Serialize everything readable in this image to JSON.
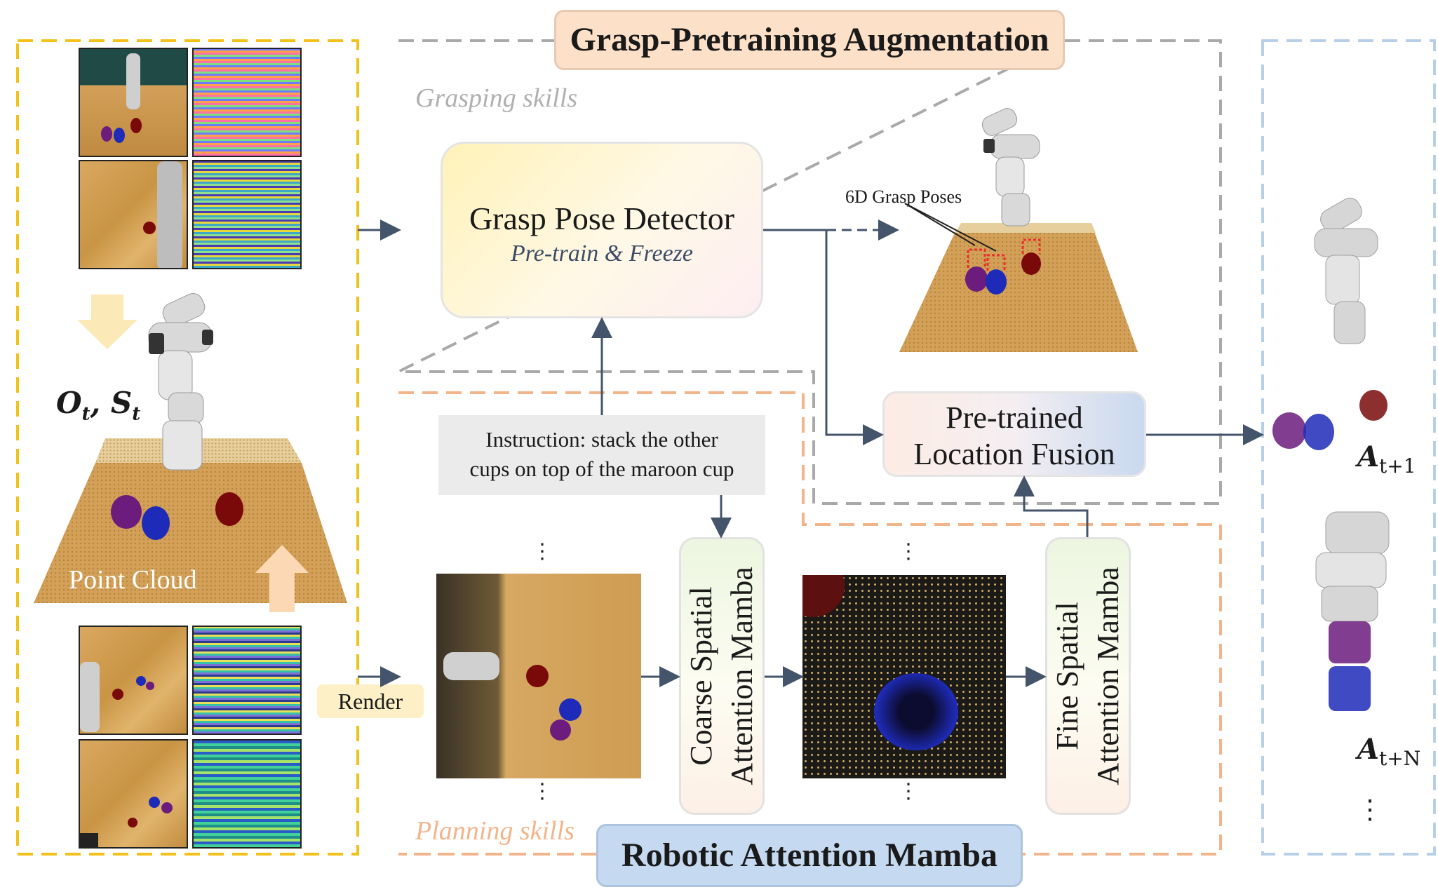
{
  "title_top": "Grasp-Pretraining Augmentation",
  "title_bottom": "Robotic Attention Mamba",
  "grasping_skills_label": "Grasping skills",
  "planning_skills_label": "Planning skills",
  "grasp_detector": {
    "title": "Grasp Pose Detector",
    "subtitle": "Pre-train & Freeze"
  },
  "grasp_poses_label": "6D Grasp Poses",
  "location_fusion": {
    "line1": "Pre-trained",
    "line2": "Location Fusion"
  },
  "instruction": {
    "line1": "Instruction: stack the other",
    "line2": "cups on top of the maroon cup"
  },
  "coarse_mamba": "Coarse Spatial\nAttention Mamba",
  "fine_mamba": "Fine Spatial\nAttention Mamba",
  "render_label": "Render",
  "point_cloud_label": "Point Cloud",
  "obs_state": {
    "o": "O",
    "o_sub": "t",
    "s": "S",
    "s_sub": "t"
  },
  "action_next": {
    "a": "A",
    "sub": "t+1"
  },
  "action_n": {
    "a": "A",
    "sub": "t+N"
  },
  "ellipsis_vertical": "⋮",
  "colors": {
    "yellow_dash": "#f2c21b",
    "gray_dash": "#a9a9a9",
    "orange_dash": "#f2b48a",
    "blue_dash": "#b7cfe8",
    "arrow": "#44546a",
    "title_top_bg": "#fde0c8",
    "title_bottom_bg": "#c5d9f1",
    "maroon_cup": "#7a0a0a",
    "purple_cup": "#6b1c7c",
    "blue_cup": "#1e2bb8",
    "wood": "#d3a05a",
    "grasp_marker": "#e8302a"
  }
}
